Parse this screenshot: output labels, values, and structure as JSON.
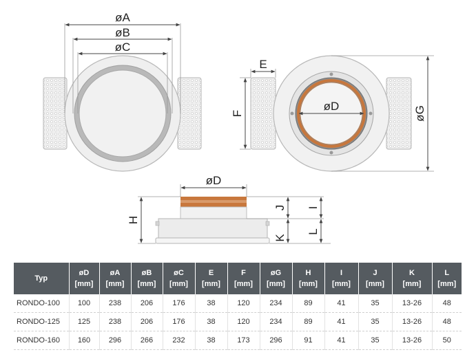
{
  "diagram": {
    "top_left": {
      "labels": {
        "a": "øA",
        "b": "øB",
        "c": "øC"
      }
    },
    "top_right": {
      "labels": {
        "e": "E",
        "f": "F",
        "d": "øD",
        "g": "øG"
      }
    },
    "side": {
      "labels": {
        "d": "øD",
        "h": "H",
        "j": "J",
        "k": "K",
        "i": "I",
        "l": "L"
      }
    }
  },
  "table": {
    "headers": [
      {
        "name": "Typ",
        "unit": ""
      },
      {
        "name": "øD",
        "unit": "[mm]"
      },
      {
        "name": "øA",
        "unit": "[mm]"
      },
      {
        "name": "øB",
        "unit": "[mm]"
      },
      {
        "name": "øC",
        "unit": "[mm]"
      },
      {
        "name": "E",
        "unit": "[mm]"
      },
      {
        "name": "F",
        "unit": "[mm]"
      },
      {
        "name": "øG",
        "unit": "[mm]"
      },
      {
        "name": "H",
        "unit": "[mm]"
      },
      {
        "name": "I",
        "unit": "[mm]"
      },
      {
        "name": "J",
        "unit": "[mm]"
      },
      {
        "name": "K",
        "unit": "[mm]"
      },
      {
        "name": "L",
        "unit": "[mm]"
      }
    ],
    "rows": [
      [
        "RONDO-100",
        "100",
        "238",
        "206",
        "176",
        "38",
        "120",
        "234",
        "89",
        "41",
        "35",
        "13-26",
        "48"
      ],
      [
        "RONDO-125",
        "125",
        "238",
        "206",
        "176",
        "38",
        "120",
        "234",
        "89",
        "41",
        "35",
        "13-26",
        "48"
      ],
      [
        "RONDO-160",
        "160",
        "296",
        "266",
        "232",
        "38",
        "173",
        "296",
        "91",
        "41",
        "35",
        "13-26",
        "50"
      ]
    ]
  }
}
